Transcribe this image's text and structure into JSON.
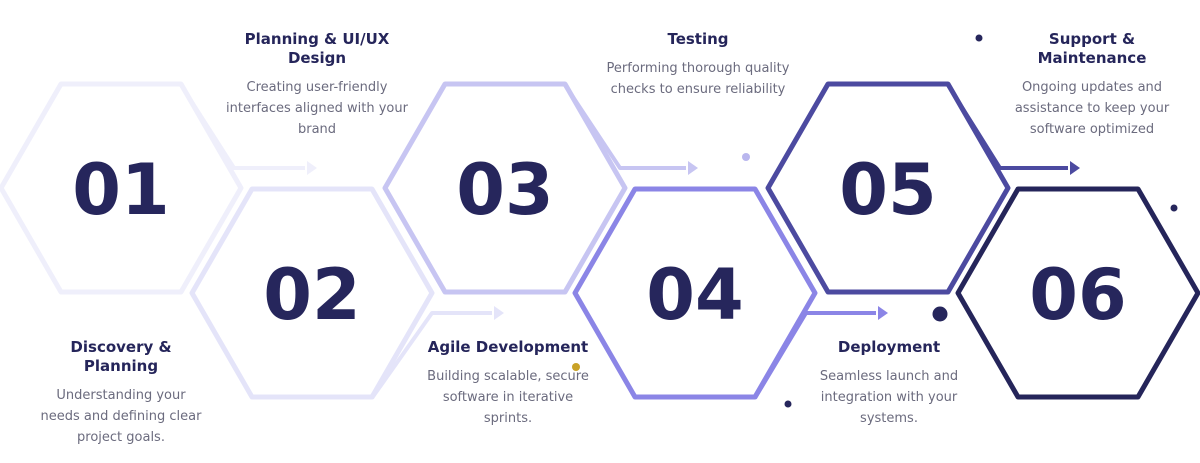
{
  "colors": {
    "number_text": "#26265c",
    "hex_1": "#efeffb",
    "hex_2": "#e4e4f9",
    "hex_3": "#c7c5f2",
    "hex_4": "#8b85e6",
    "hex_5": "#4c4aa0",
    "hex_6": "#25255a",
    "dot_gold": "#c9a227",
    "dot_dark": "#26265c",
    "dot_light": "#b9b6ee"
  },
  "steps": [
    {
      "number": "01",
      "title": "Discovery & Planning",
      "description": "Understanding your needs and defining clear project goals."
    },
    {
      "number": "02",
      "title": "Planning & UI/UX Design",
      "description": "Creating user-friendly interfaces aligned with your brand"
    },
    {
      "number": "03",
      "title": "Agile Development",
      "description": "Building scalable, secure software in iterative sprints."
    },
    {
      "number": "04",
      "title": "Testing",
      "description": "Performing thorough quality checks to ensure reliability"
    },
    {
      "number": "05",
      "title": "Deployment",
      "description": "Seamless launch and integration with your systems."
    },
    {
      "number": "06",
      "title": "Support & Maintenance",
      "description": "Ongoing updates and assistance to keep your software optimized"
    }
  ]
}
